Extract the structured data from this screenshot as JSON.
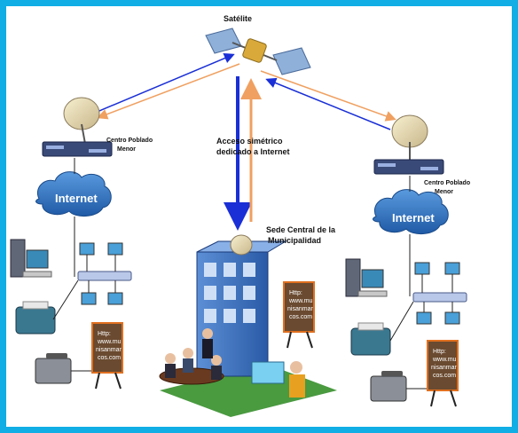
{
  "labels": {
    "satellite": "Satélite",
    "link_line1": "Acceso simétrico",
    "link_line2": "dedicado a Internet",
    "hq_line1": "Sede Central de la",
    "hq_line2": "Municipalidad",
    "left_site_line1": "Centro Poblado",
    "left_site_line2": "Menor",
    "right_site_line1": "Centro Poblado",
    "right_site_line2": "Menor",
    "cloud_left": "Internet",
    "cloud_right": "Internet"
  },
  "board_text": {
    "line1": "Http:",
    "line2": "www.mu",
    "line3": "nisanmar",
    "line4": "cos.com"
  },
  "colors": {
    "frame": "#10aee5",
    "uplink_blue": "#1a2fd6",
    "downlink_orange": "#f0a060",
    "cloud": "#2f70b8",
    "building": "#3a6fc0"
  }
}
